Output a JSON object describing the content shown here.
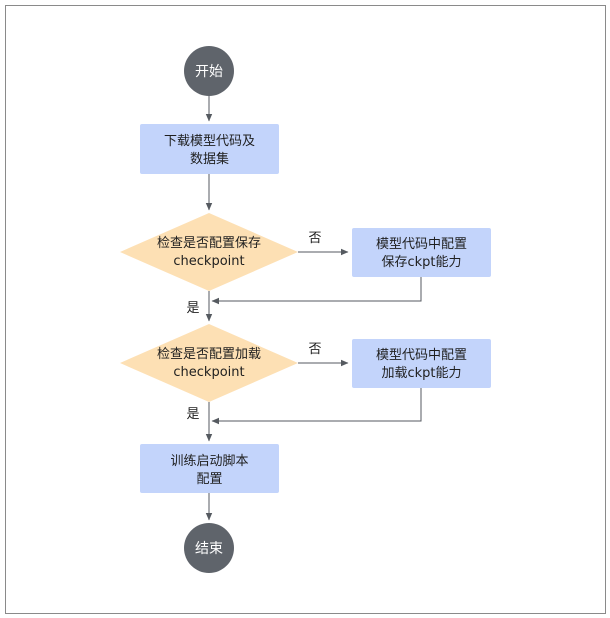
{
  "flowchart": {
    "start": "开始",
    "end": "结束",
    "step_download": [
      "下载模型代码及",
      "数据集"
    ],
    "decision_save": [
      "检查是否配置保存",
      "checkpoint"
    ],
    "step_save_config": [
      "模型代码中配置",
      "保存ckpt能力"
    ],
    "decision_load": [
      "检查是否配置加载",
      "checkpoint"
    ],
    "step_load_config": [
      "模型代码中配置",
      "加载ckpt能力"
    ],
    "step_train_script": [
      "训练启动脚本",
      "配置"
    ],
    "edge_yes": "是",
    "edge_no": "否"
  },
  "colors": {
    "terminal": "#5f646b",
    "process": "#c3d4fb",
    "decision": "#fde0b4",
    "connector": "#555a60"
  }
}
